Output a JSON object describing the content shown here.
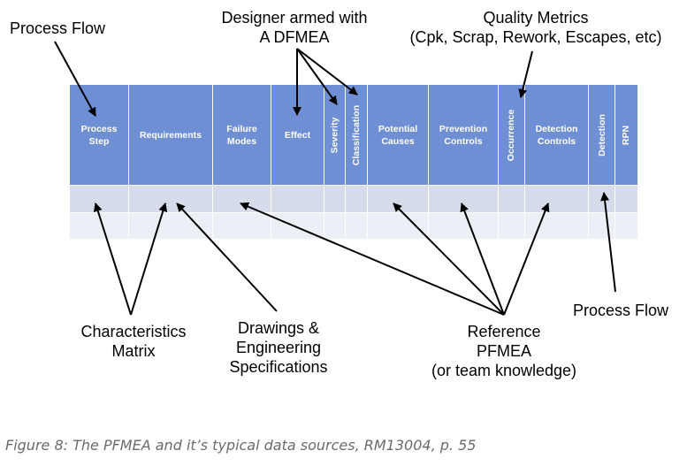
{
  "labels": {
    "process_flow_top": "Process Flow",
    "designer": [
      "Designer armed with",
      "A DFMEA"
    ],
    "quality_metrics": [
      "Quality Metrics",
      "(Cpk, Scrap, Rework, Escapes, etc)"
    ],
    "characteristics": [
      "Characteristics",
      "Matrix"
    ],
    "drawings": [
      "Drawings &",
      "Engineering",
      "Specifications"
    ],
    "reference": [
      "Reference",
      "PFMEA",
      "(or team knowledge)"
    ],
    "process_flow_right": "Process Flow"
  },
  "table": {
    "headers": [
      {
        "text": "Process Step",
        "lines": [
          "Process",
          "Step"
        ],
        "vertical": false
      },
      {
        "text": "Requirements",
        "lines": [
          "Requirements"
        ],
        "vertical": false
      },
      {
        "text": "Failure Modes",
        "lines": [
          "Failure",
          "Modes"
        ],
        "vertical": false
      },
      {
        "text": "Effect",
        "lines": [
          "Effect"
        ],
        "vertical": false
      },
      {
        "text": "Severity",
        "lines": [
          "Severity"
        ],
        "vertical": true
      },
      {
        "text": "Classification",
        "lines": [
          "Classification"
        ],
        "vertical": true
      },
      {
        "text": "Potential Causes",
        "lines": [
          "Potential",
          "Causes"
        ],
        "vertical": false
      },
      {
        "text": "Prevention Controls",
        "lines": [
          "Prevention",
          "Controls"
        ],
        "vertical": false
      },
      {
        "text": "Occurrence",
        "lines": [
          "Occurrence"
        ],
        "vertical": true
      },
      {
        "text": "Detection Controls",
        "lines": [
          "Detection",
          "Controls"
        ],
        "vertical": false
      },
      {
        "text": "Detection",
        "lines": [
          "Detection"
        ],
        "vertical": true
      },
      {
        "text": "RPN",
        "lines": [
          "RPN"
        ],
        "vertical": true
      }
    ],
    "header_color": "#6f8fd4",
    "row_colors": [
      "#d6dcea",
      "#eceff5"
    ]
  },
  "caption": "Figure 8: The PFMEA and it’s typical data sources, RM13004, p. 55"
}
